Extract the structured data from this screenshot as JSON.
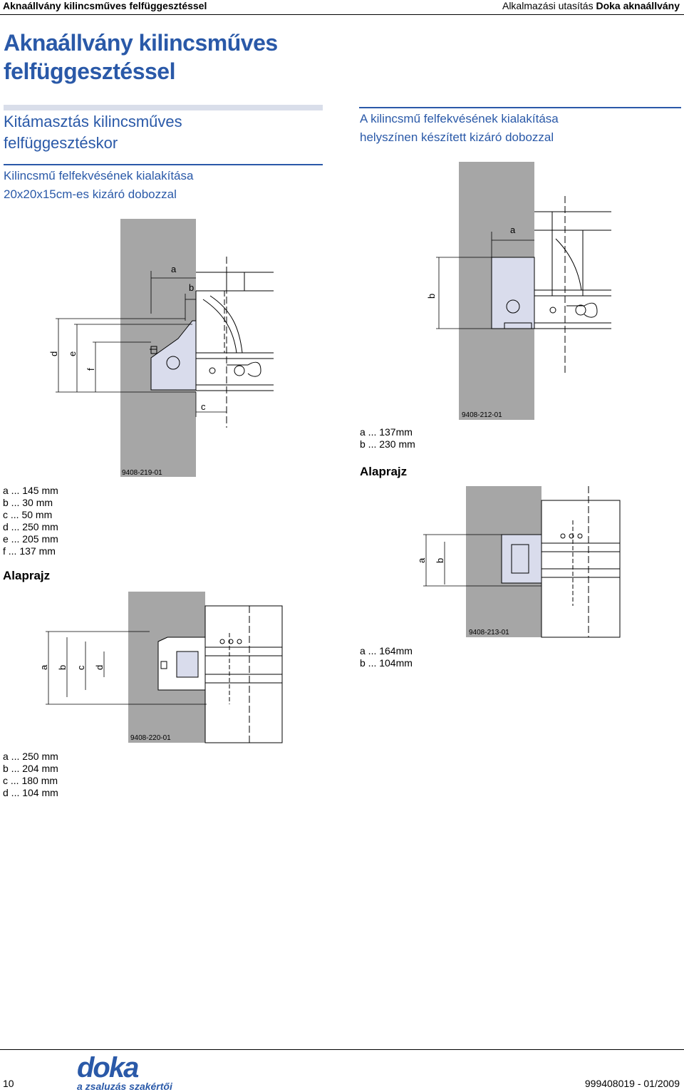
{
  "header": {
    "left": "Aknaállvány kilincsműves felfüggesztéssel",
    "right_prefix": "Alkalmazási utasítás ",
    "right_bold": "Doka aknaállvány"
  },
  "title_line1": "Aknaállvány kilincsműves",
  "title_line2": "felfüggesztéssel",
  "left_section": {
    "heading_line1": "Kitámasztás kilincsműves",
    "heading_line2": "felfüggesztéskor",
    "sub_line1": "Kilincsmű felfekvésének kialakítása",
    "sub_line2": "20x20x15cm-es kizáró dobozzal"
  },
  "right_section": {
    "heading_line1": "A kilincsmű felfekvésének kialakítása",
    "heading_line2": "helyszínen készített kizáró dobozzal"
  },
  "figures": {
    "fig219": {
      "code": "9408-219-01",
      "labels": [
        "a",
        "b",
        "c",
        "d",
        "e",
        "f"
      ],
      "legend": [
        "a ... 145 mm",
        "b ... 30 mm",
        "c ... 50 mm",
        "d ... 250 mm",
        "e ... 205 mm",
        "f ... 137 mm"
      ],
      "caption": "Alaprajz"
    },
    "fig220": {
      "code": "9408-220-01",
      "labels": [
        "a",
        "b",
        "c",
        "d"
      ],
      "legend": [
        "a ... 250 mm",
        "b ... 204 mm",
        "c ... 180 mm",
        "d ... 104 mm"
      ]
    },
    "fig212": {
      "code": "9408-212-01",
      "labels": [
        "a",
        "b"
      ],
      "legend": [
        "a ... 137mm",
        "b ... 230 mm"
      ],
      "caption": "Alaprajz"
    },
    "fig213": {
      "code": "9408-213-01",
      "labels": [
        "a",
        "b"
      ],
      "legend": [
        "a ... 164mm",
        "b ... 104mm"
      ]
    }
  },
  "footer": {
    "page_number": "10",
    "doc_number": "999408019  - 01/2009",
    "logo_word": "doka",
    "logo_tagline": "a zsaluzás szakértői"
  },
  "colors": {
    "brand_blue": "#2a59a8",
    "wall_gray": "#a6a6a6",
    "box_fill": "#d9dcec"
  }
}
